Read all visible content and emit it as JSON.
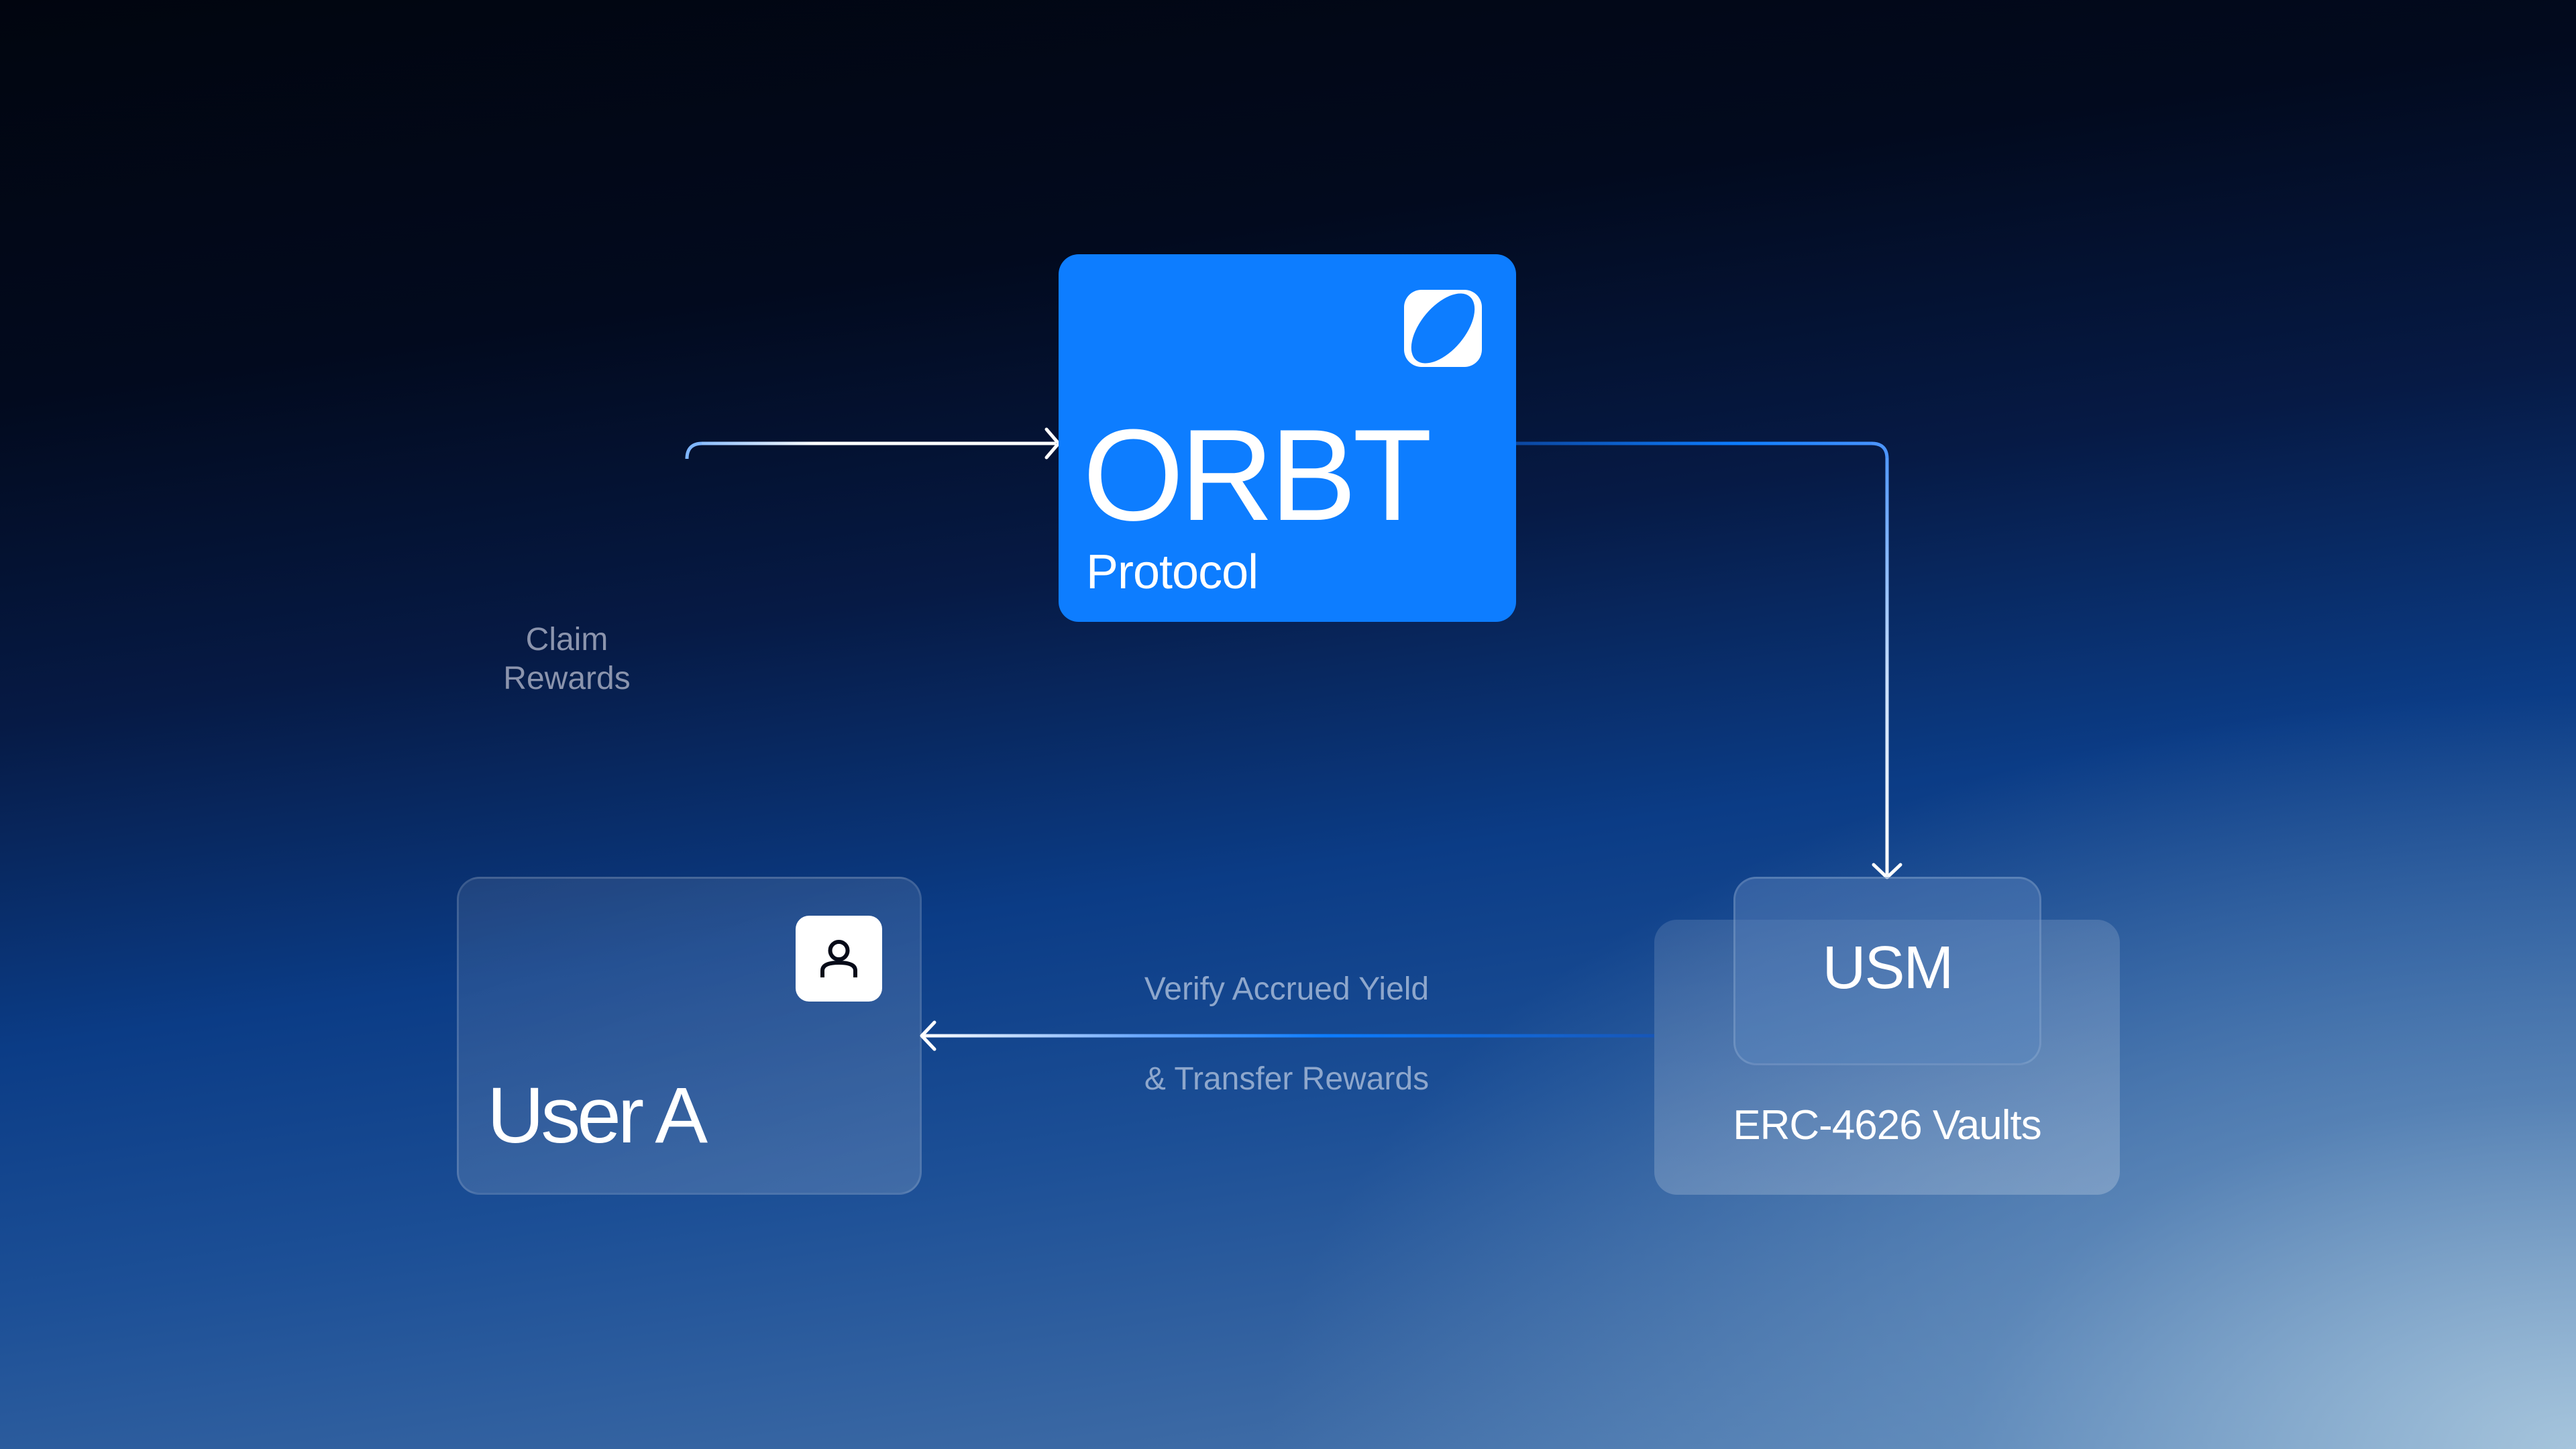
{
  "diagram": {
    "nodes": {
      "protocol": {
        "title": "ORBT",
        "subtitle": "Protocol",
        "icon": "orbt-logo-icon",
        "color": "#0d7dff"
      },
      "user": {
        "title": "User A",
        "icon": "user-icon"
      },
      "vault": {
        "inner_title": "USM",
        "title": "ERC-4626 Vaults"
      }
    },
    "edges": [
      {
        "from": "user",
        "to": "protocol",
        "label_lines": [
          "Claim",
          "Rewards"
        ]
      },
      {
        "from": "protocol",
        "to": "vault",
        "label_lines": []
      },
      {
        "from": "vault",
        "to": "user",
        "label_lines": [
          "Verify Accrued Yield",
          "& Transfer Rewards"
        ]
      }
    ]
  },
  "colors": {
    "accent": "#0d7dff",
    "label": "#8b94ad",
    "connector_light": "#ffffff",
    "connector_blue": "#1a75ff"
  }
}
